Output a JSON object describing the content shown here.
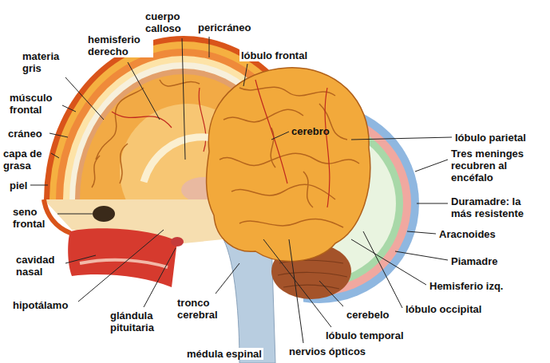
{
  "diagram": {
    "labels": [
      "cuerpo calloso",
      "pericráneo",
      "hemisferio derecho",
      "lóbulo frontal",
      "materia gris",
      "músculo frontal",
      "cerebro",
      "lóbulo parietal",
      "cráneo",
      "Tres meninges recubren al encéfalo",
      "capa de grasa",
      "piel",
      "Duramadre: la más resistente",
      "seno frontal",
      "Aracnoides",
      "Piamadre",
      "cavidad nasal",
      "Hemisferio izq.",
      "hipotálamo",
      "glándula pituitaria",
      "tronco cerebral",
      "lóbulo occipital",
      "cerebelo",
      "lóbulo temporal",
      "médula espinal",
      "nervios ópticos"
    ]
  }
}
